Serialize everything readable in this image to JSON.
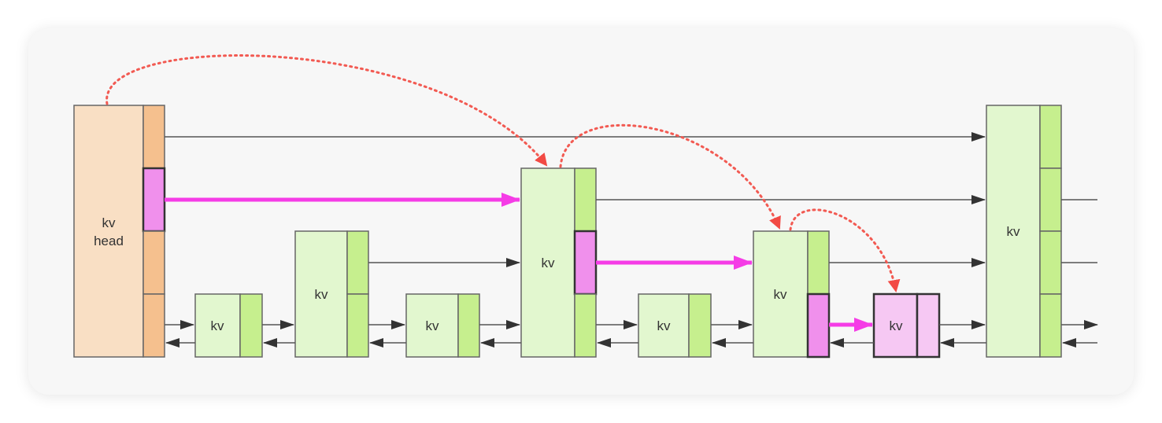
{
  "head": {
    "line1": "kv",
    "line2": "head"
  },
  "nodes": [
    {
      "label": "kv"
    },
    {
      "label": "kv"
    },
    {
      "label": "kv"
    },
    {
      "label": "kv"
    },
    {
      "label": "kv"
    },
    {
      "label": "kv"
    },
    {
      "label": "kv"
    },
    {
      "label": "kv"
    }
  ],
  "colors": {
    "head_body": "#f9dfc4",
    "head_slot": "#f5c08e",
    "node_body": "#e2f7cf",
    "node_slot": "#c6ef8e",
    "path_slot": "#f090ec",
    "target_body": "#f6c8f3",
    "path_arrow": "#f53ce6",
    "search_dotted": "#f25a52",
    "link_arrow": "#444444",
    "border": "#555555"
  }
}
